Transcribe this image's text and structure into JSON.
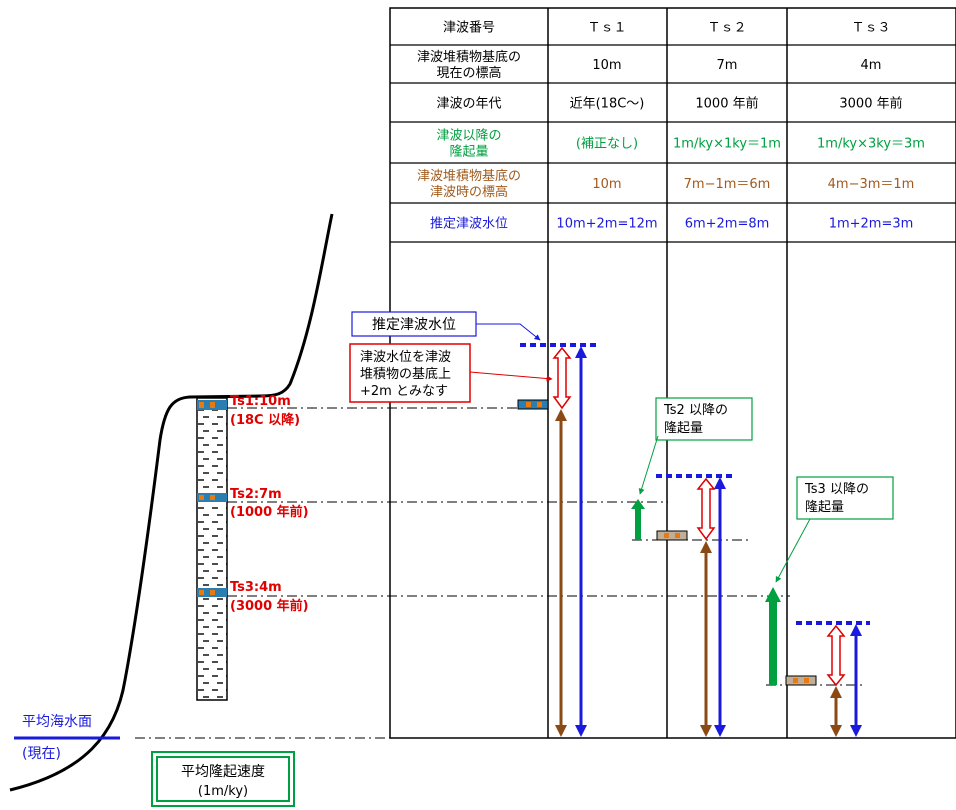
{
  "table": {
    "columns": [
      "Ｔｓ１",
      "Ｔｓ２",
      "Ｔｓ３"
    ],
    "rows": [
      {
        "header": [
          "津波番号"
        ],
        "cells": [
          "Ｔｓ１",
          "Ｔｓ２",
          "Ｔｓ３"
        ],
        "color": "#000000"
      },
      {
        "header": [
          "津波堆積物基底の",
          "現在の標高"
        ],
        "cells": [
          "10m",
          "7m",
          "4m"
        ],
        "color": "#000000"
      },
      {
        "header": [
          "津波の年代"
        ],
        "cells": [
          "近年(18C～)",
          "1000 年前",
          "3000 年前"
        ],
        "color": "#000000"
      },
      {
        "header": [
          "津波以降の",
          "隆起量"
        ],
        "cells": [
          "(補正なし)",
          "1m/ky×1ky＝1m",
          "1m/ky×3ky＝3m"
        ],
        "color": "#00a040"
      },
      {
        "header": [
          "津波堆積物基底の",
          "津波時の標高"
        ],
        "cells": [
          "10m",
          "7m−1m＝6m",
          "4m−3m＝1m"
        ],
        "color": "#a05a1e"
      },
      {
        "header": [
          "推定津波水位"
        ],
        "cells": [
          "10m+2m=12m",
          "6m+2m=8m",
          "1m+2m=3m"
        ],
        "color": "#1a1adc"
      }
    ]
  },
  "column_labels": {
    "ts1": [
      "Ts1:10m",
      "(18C 以降)"
    ],
    "ts2": [
      "Ts2:7m",
      "(1000 年前)"
    ],
    "ts3": [
      "Ts3:4m",
      "(3000 年前)"
    ]
  },
  "callouts": {
    "estimated_level": "推定津波水位",
    "assumption": [
      "津波水位を津波",
      "堆積物の基底上",
      "+2m とみなす"
    ],
    "ts2_uplift": [
      "Ts2 以降の",
      "隆起量"
    ],
    "ts3_uplift": [
      "Ts3 以降の",
      "隆起量"
    ]
  },
  "sea_level": {
    "label": "平均海水面",
    "sub": "(現在)"
  },
  "uplift_rate": {
    "label": "平均隆起速度",
    "value": "(1m/ky)"
  },
  "colors": {
    "blue": "#1a1adc",
    "brown": "#8b4a14",
    "green": "#00a040",
    "red": "#e00000",
    "orange": "#e87a10",
    "teal": "#2a7fb0"
  }
}
